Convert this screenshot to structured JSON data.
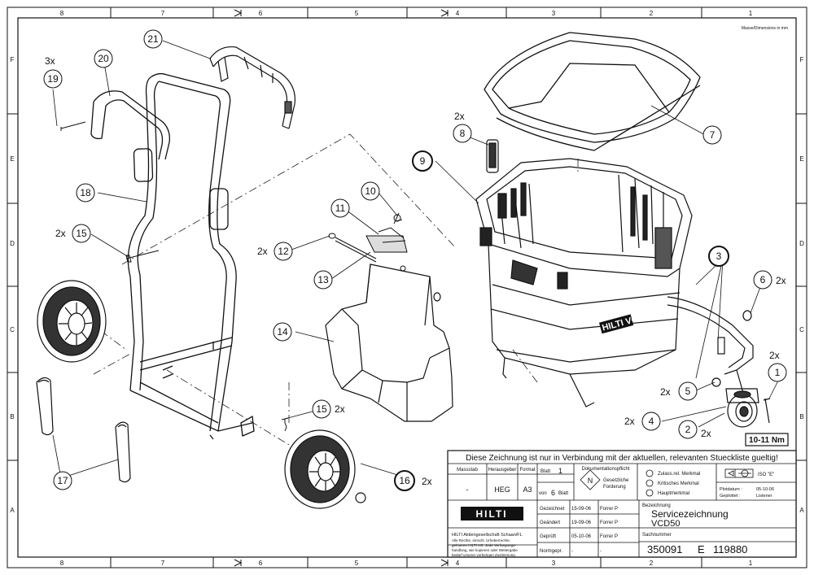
{
  "frame": {
    "top_cols": [
      "8",
      "7",
      "6",
      "5",
      "4",
      "3",
      "2",
      "1"
    ],
    "bottom_cols": [
      "8",
      "7",
      "6",
      "5",
      "4",
      "3",
      "2",
      "1"
    ],
    "left_rows": [
      "F",
      "E",
      "D",
      "C",
      "B",
      "A"
    ],
    "right_rows": [
      "F",
      "E",
      "D",
      "C",
      "B",
      "A"
    ],
    "dimensions_note": "Masse/Dimensions in mm"
  },
  "callouts": [
    {
      "num": "1",
      "qty": "2x"
    },
    {
      "num": "2",
      "qty": "2x"
    },
    {
      "num": "3",
      "qty": ""
    },
    {
      "num": "4",
      "qty": "2x"
    },
    {
      "num": "5",
      "qty": "2x"
    },
    {
      "num": "6",
      "qty": "2x"
    },
    {
      "num": "7",
      "qty": ""
    },
    {
      "num": "8",
      "qty": "2x"
    },
    {
      "num": "9",
      "qty": ""
    },
    {
      "num": "10",
      "qty": ""
    },
    {
      "num": "11",
      "qty": ""
    },
    {
      "num": "12",
      "qty": "2x"
    },
    {
      "num": "13",
      "qty": ""
    },
    {
      "num": "14",
      "qty": ""
    },
    {
      "num": "15",
      "qty": "2x"
    },
    {
      "num": "15",
      "qty": "2x"
    },
    {
      "num": "16",
      "qty": "2x"
    },
    {
      "num": "17",
      "qty": ""
    },
    {
      "num": "18",
      "qty": ""
    },
    {
      "num": "19",
      "qty": "3x"
    },
    {
      "num": "20",
      "qty": ""
    },
    {
      "num": "21",
      "qty": ""
    }
  ],
  "torque": "10-11 Nm",
  "product_label": "HILTI VCD 50",
  "title_block": {
    "notice": "Diese Zeichnung ist nur in Verbindung mit der aktuellen, relevanten Stueckliste gueltig!",
    "massstab_label": "Massstab",
    "massstab_value": "-",
    "herausgeber_label": "Herausgeber",
    "herausgeber_value": "HEG",
    "format_label": "Format",
    "format_value": "A3",
    "blatt_label": "Blatt",
    "blatt_value": "1",
    "von_label": "von",
    "von_value": "6",
    "von_suffix": "Blatt",
    "dok_label": "Dokumentationspflicht",
    "dok_symbol": "N",
    "dok_text1": "Gesetzliche",
    "dok_text2": "Forderung",
    "merkmal_1": "Zulass.rel. Merkmal",
    "merkmal_2": "Kritisches Merkmal",
    "merkmal_3": "Hauptmerkmal",
    "iso": "ISO \"E\"",
    "plotdatum_label": "Plotdatum :",
    "plotdatum_value": "05-10-06",
    "geplottet_label": "Geplottet :",
    "geplottet_value": "Listener",
    "company_logo": "HILTI",
    "company": "HILTI Aktiengesellschaft Schaan/FL",
    "rights_1": "Alle Rechte, einschl. Urheberrechte,",
    "rights_2": "gehoeren HILTI AG. Jede Verfuegungs-",
    "rights_3": "handlung, wie kopieren oder Weitergabe",
    "rights_4": "bedarf unserer vorherigen Zustimmung",
    "gezeichnet_label": "Gezeichnet",
    "gezeichnet_date": "15-09-06",
    "gezeichnet_name": "Forrer P",
    "geaendert_label": "Geändert",
    "geaendert_date": "19-09-06",
    "geaendert_name": "Forrer P",
    "geprueft_label": "Geprüft",
    "geprueft_date": "05-10-06",
    "geprueft_name": "Forrer P",
    "normgepr_label": "Normgepr.",
    "normgepr_date": "-",
    "normgepr_name": "-",
    "bezeichnung_label": "Bezeichnung",
    "bezeichnung_1": "Servicezeichnung",
    "bezeichnung_2": "VCD50",
    "sachnummer_label": "Sachnummer",
    "sachnummer_1": "350091",
    "sachnummer_2": "E",
    "sachnummer_3": "119880"
  }
}
